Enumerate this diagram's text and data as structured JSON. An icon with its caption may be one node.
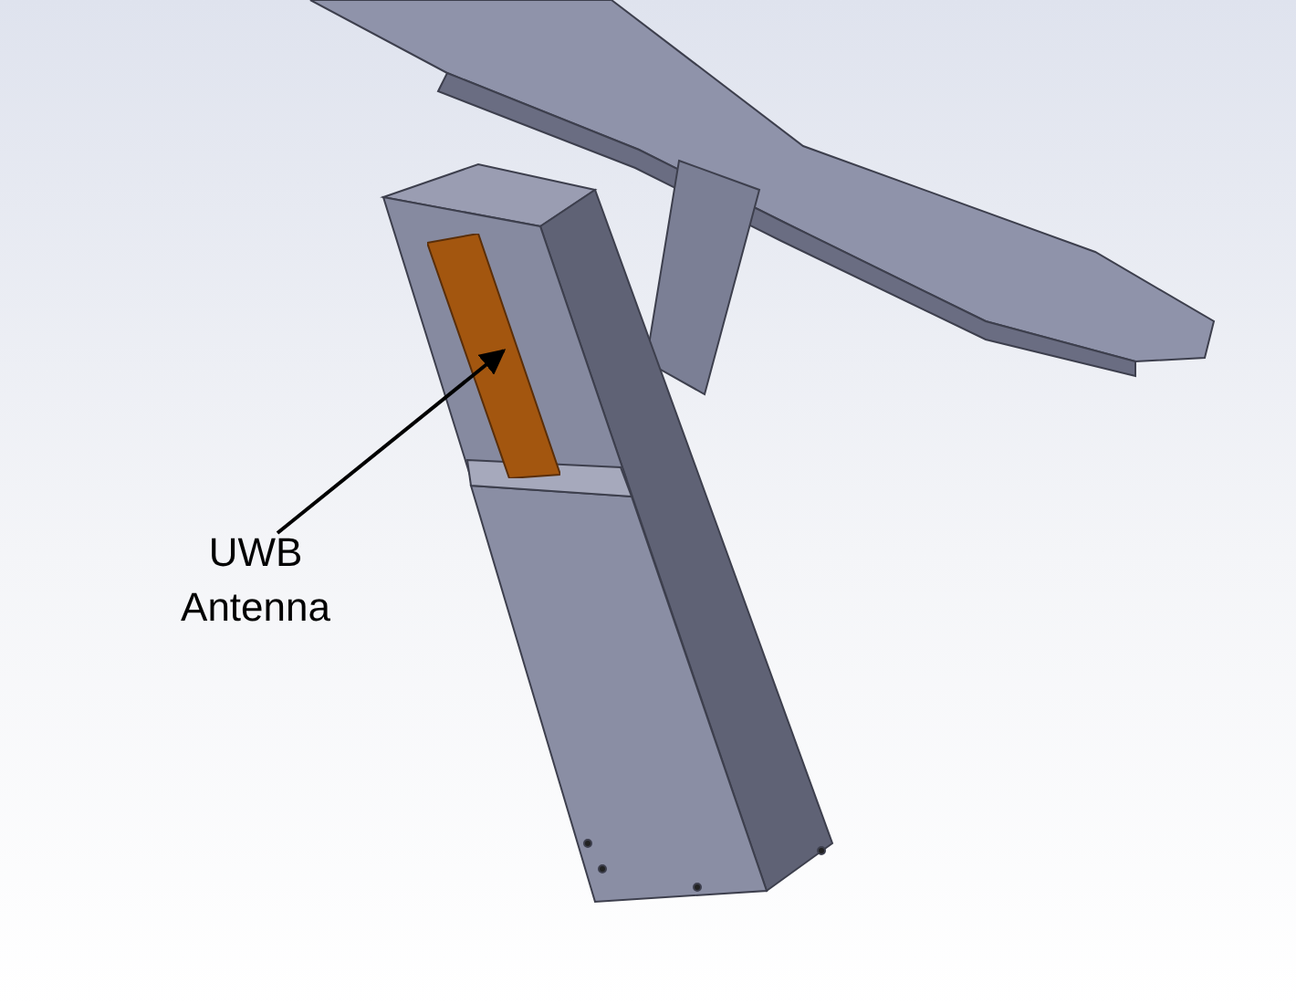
{
  "diagram": {
    "nodes": [
      {
        "text": [
          "UWB Antenna"
        ]
      },
      {
        "text": [],
        "shape": "picture"
      }
    ],
    "edges": [
      {
        "from": 0,
        "to": 1,
        "arrow": "to"
      }
    ]
  }
}
